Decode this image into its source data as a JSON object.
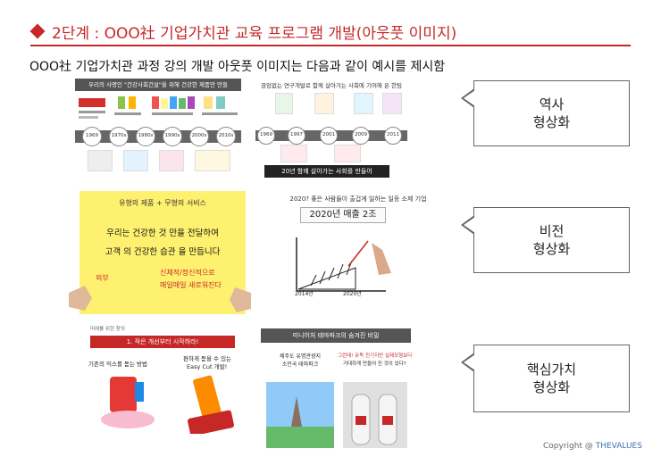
{
  "header": {
    "title": "2단계 : OOO社 기업가치관 교육 프로그램 개발(아웃풋 이미지)"
  },
  "subtitle": "OOO社 기업가치관 과정 강의 개발 아웃풋 이미지는 다음과 같이 예시를 제시함",
  "callouts": [
    {
      "line1": "역사",
      "line2": "형상화"
    },
    {
      "line1": "비전",
      "line2": "형상화"
    },
    {
      "line1": "핵심가치",
      "line2": "형상화"
    }
  ],
  "history_left": {
    "header": "우리의 사명인 \"건강사회건설\"을 위해 건강한 제품만 만들",
    "years": [
      "1969",
      "1970s",
      "1980s",
      "1990s",
      "2000s",
      "2010s"
    ]
  },
  "history_right": {
    "header": "끊임없는 연구개발로 함께 살아가는 사회에 기여해 온 한팀",
    "years": [
      "1969",
      "1997",
      "2001",
      "2009",
      "2011"
    ],
    "banner": "20년 함께 살아가는 사회를 만들어"
  },
  "values_panel": {
    "line1": "유형의 제품 + 무형의 서비스",
    "line2": "우리는 건강한 것 만을 전달하여",
    "line3": "고객 의 건강한 습관 을 만듭니다",
    "line4": "외부",
    "line5": "신체적/정신적으로",
    "line6": "매일매일 새로워진다"
  },
  "vision_panel": {
    "caption": "2020? 좋은 사람들이 출겁게 일하는 일등 소제 기업",
    "box": "2020년 매출 2조",
    "year_start": "2014년",
    "year_end": "2020년"
  },
  "core_left": {
    "small": "미래를 위한 창의",
    "red": "1. 작은 개선부터 시작하라!",
    "left_label": "기존의 익스를 돋는 방법",
    "right_label1": "편하게 돋을 수 있는",
    "right_label2": "Easy Cut 개발!"
  },
  "core_right": {
    "header": "미니어처 테마파크의 숨겨진 비밀",
    "left_label1": "제주도 유명관광지",
    "left_label2": "소인국 테마파크",
    "right_label1": "그런데! 유독 친기지만 실제모형보다",
    "right_label2": "거대하게 만들어 진 것이 있다?"
  },
  "footer": {
    "copyright": "Copyright @",
    "brand": "THEVALUES"
  },
  "colors": {
    "accent_red": "#c62828",
    "yellow_panel": "#fff170",
    "brand_blue": "#3c6fb5"
  }
}
